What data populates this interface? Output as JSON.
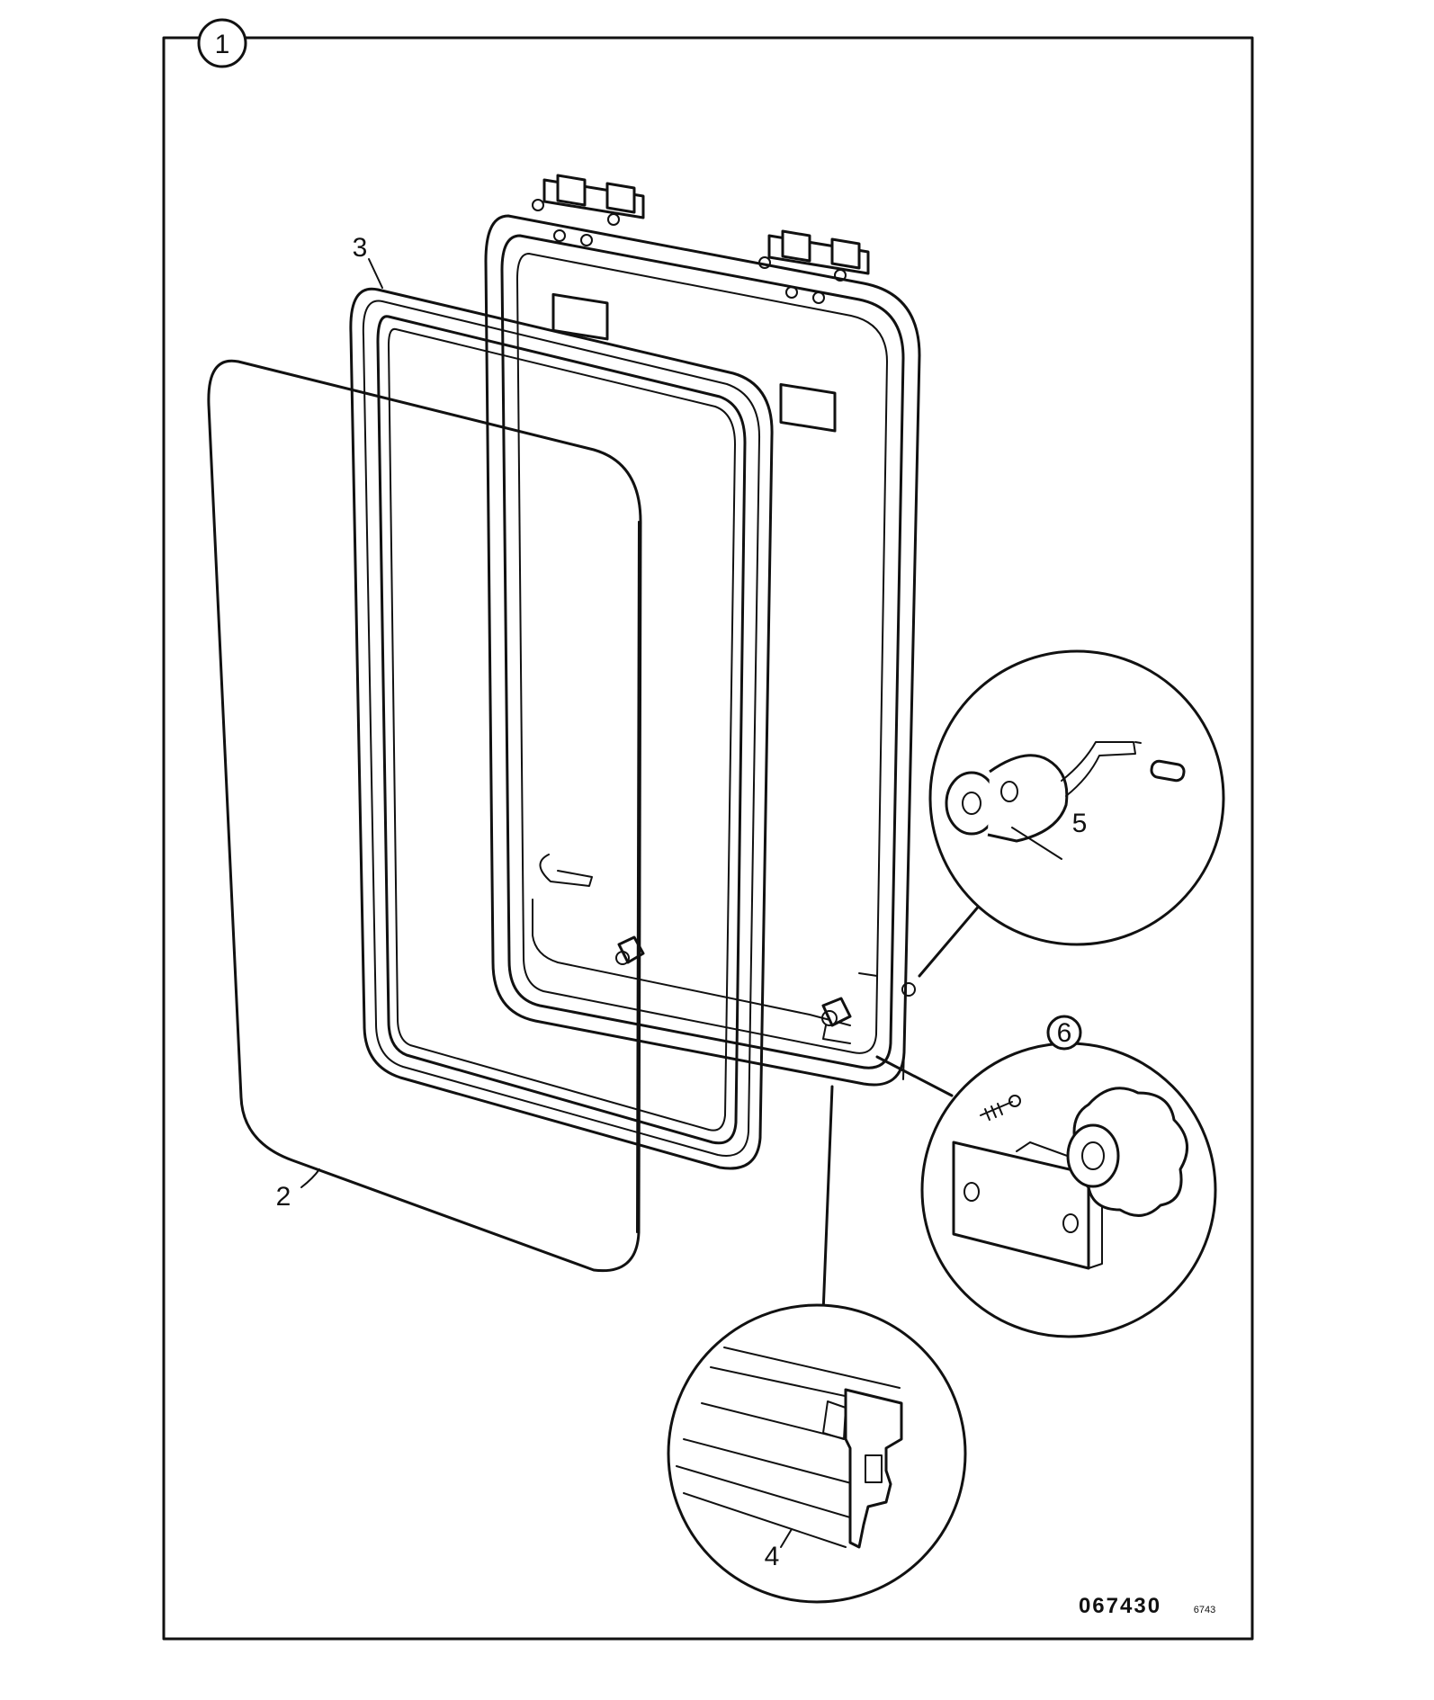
{
  "figure": {
    "frame_number": "1",
    "callouts": {
      "glass_panel": "2",
      "gasket_frame": "3",
      "seal_profile": "4",
      "hinge_pin_detail": "5",
      "clamp_knob_detail": "6"
    },
    "drawing_number": "067430",
    "sheet_code": "6743"
  }
}
